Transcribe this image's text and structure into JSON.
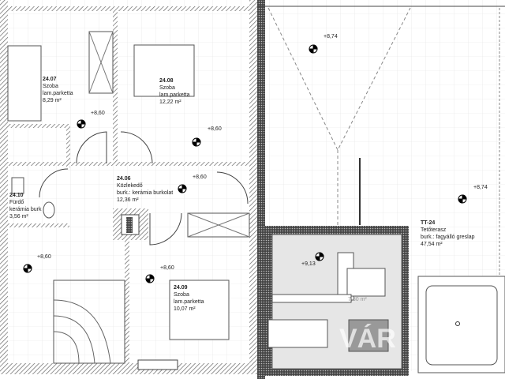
{
  "rooms": [
    {
      "id": "24.07",
      "name": "Szoba",
      "floor": "lam.parketta",
      "area": "8,29 m²"
    },
    {
      "id": "24.08",
      "name": "Szoba",
      "floor": "lam.parketta",
      "area": "12,22 m²"
    },
    {
      "id": "24.06",
      "name": "Közlekedő",
      "floor": "burk.: kerámia burkolat",
      "area": "12,36 m²"
    },
    {
      "id": "24.10",
      "name": "Fürdő",
      "floor": "kerámia burk",
      "area": "3,56 m²"
    },
    {
      "id": "24.09",
      "name": "Szoba",
      "floor": "lam.parketta",
      "area": "10,07 m²"
    },
    {
      "id": "TT-24",
      "name": "Tetőterasz",
      "floor": "burk.: fagyálló greslap",
      "area": "47,54 m²"
    }
  ],
  "levels": [
    "+8,60",
    "+8,60",
    "+8,60",
    "+8,60",
    "+8,60",
    "+8,74",
    "+8,74",
    "+9,13"
  ],
  "inner_area": "7,80 m²",
  "watermark": "VÁR",
  "colors": {
    "wall": "#555555",
    "hatch": "#888888",
    "line": "#333333",
    "grid": "#dddddd",
    "terrace_inner": "#e6e6e6"
  }
}
